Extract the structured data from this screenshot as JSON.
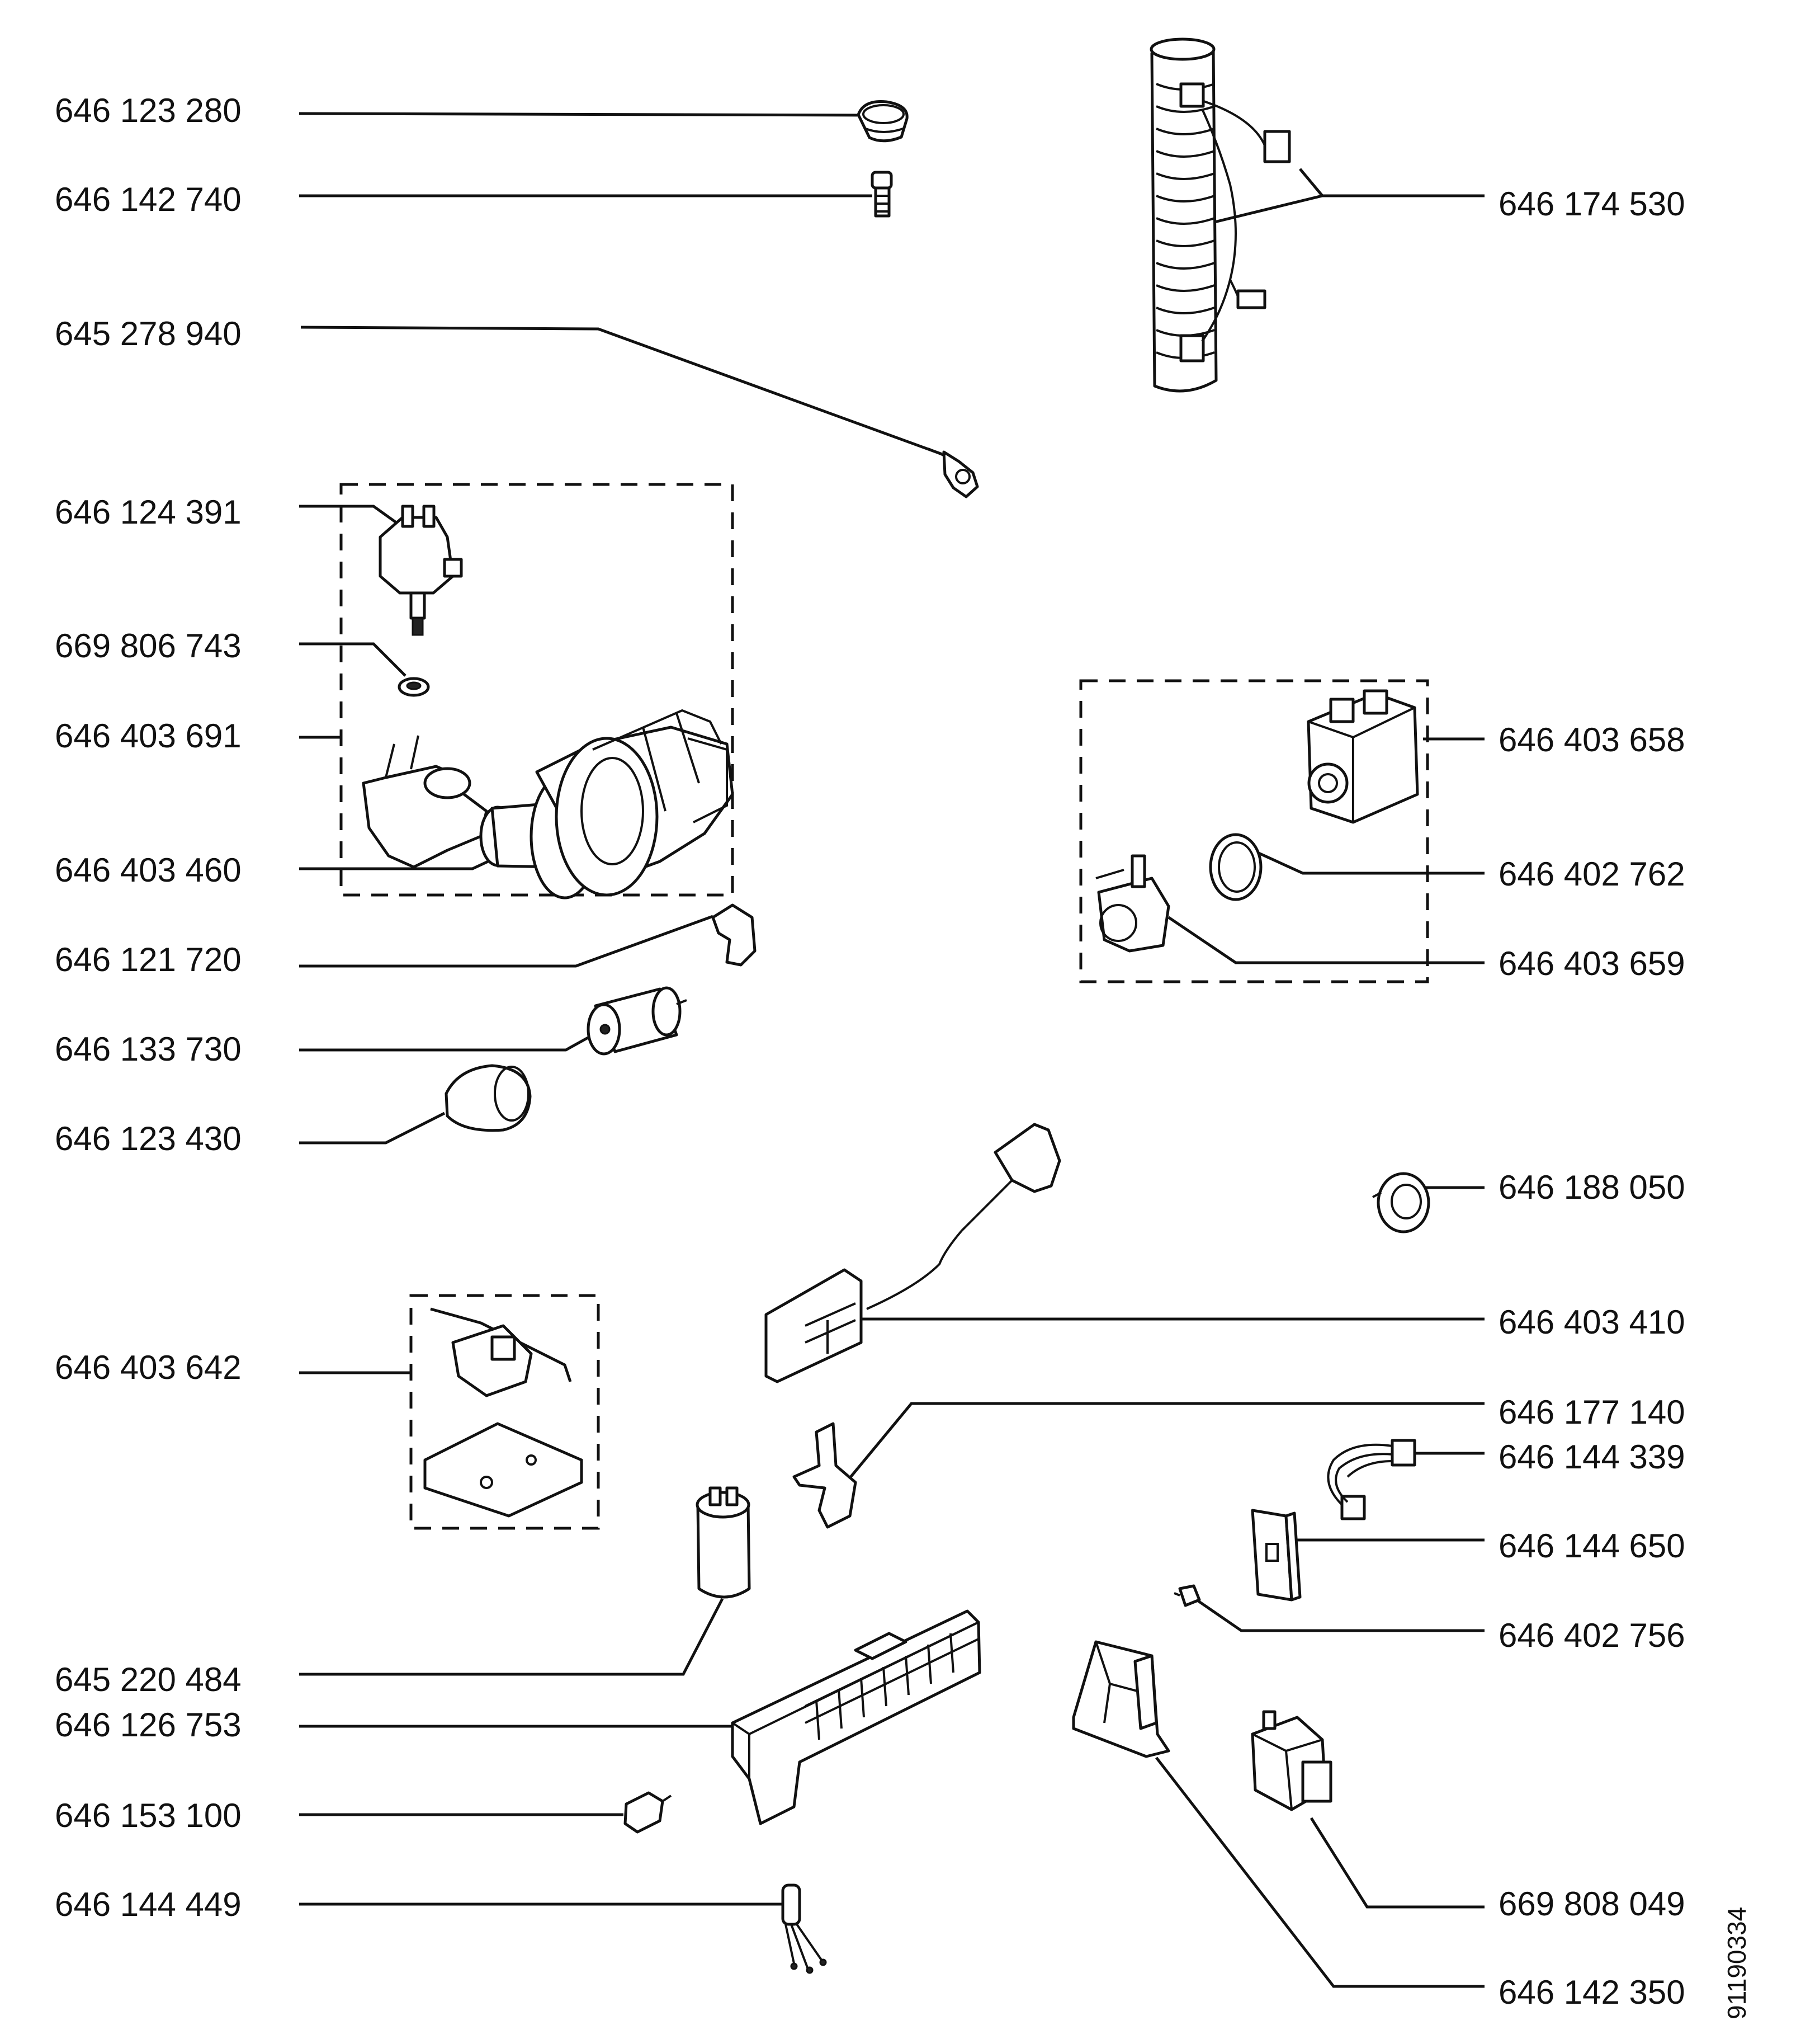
{
  "labels": {
    "l01": "646 123 280",
    "l02": "646 142 740",
    "l03": "645 278 940",
    "l04": "646 124 391",
    "l05": "669 806 743",
    "l06": "646 403 691",
    "l07": "646 403 460",
    "l08": "646 121 720",
    "l09": "646 133 730",
    "l10": "646 123 430",
    "l11": "646 403 642",
    "l12": "645 220 484",
    "l13": "646 126 753",
    "l14": "646 153 100",
    "l15": "646 144 449",
    "r01": "646 174 530",
    "r02": "646 403 658",
    "r03": "646 402 762",
    "r04": "646 403 659",
    "r05": "646 188 050",
    "r06": "646 403 410",
    "r07": "646 177 140",
    "r08": "646 144 339",
    "r09": "646 144 650",
    "r10": "646 402 756",
    "r11": "669 808 049",
    "r12": "646 142 350"
  },
  "drawing_number": "91190334"
}
